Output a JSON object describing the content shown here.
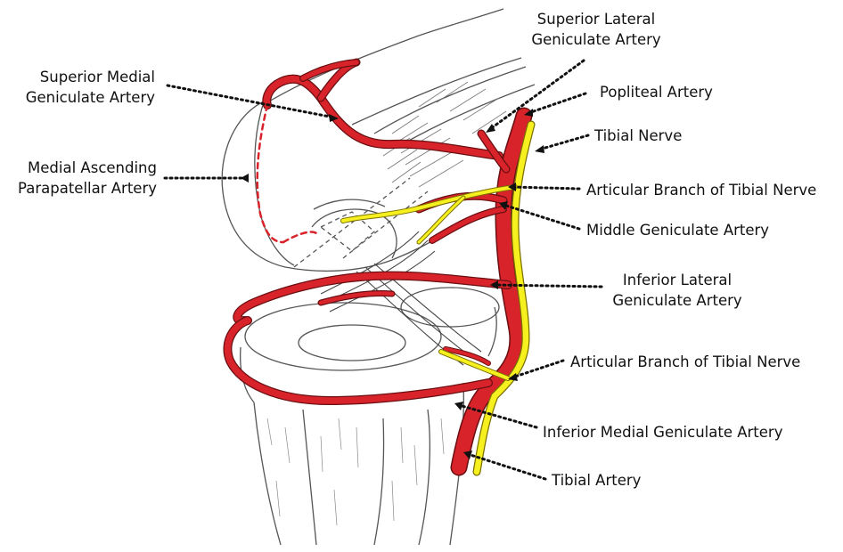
{
  "labels": {
    "superior_lateral_geniculate_artery": [
      "Superior Lateral",
      "Geniculate Artery"
    ],
    "superior_medial_geniculate_artery": [
      "Superior Medial",
      "Geniculate Artery"
    ],
    "popliteal_artery": "Popliteal Artery",
    "tibial_nerve": "Tibial Nerve",
    "medial_ascending_parapatellar_artery": [
      "Medial Ascending",
      "Parapatellar Artery"
    ],
    "articular_branch_tibial_nerve_upper": "Articular Branch of Tibial Nerve",
    "middle_geniculate_artery": "Middle Geniculate Artery",
    "inferior_lateral_geniculate_artery": [
      "Inferior Lateral",
      "Geniculate Artery"
    ],
    "articular_branch_tibial_nerve_lower": "Articular Branch of Tibial Nerve",
    "inferior_medial_geniculate_artery": "Inferior Medial Geniculate Artery",
    "tibial_artery": "Tibial Artery"
  },
  "colors": {
    "artery": "#d8232a",
    "artery_outline": "#6a0f12",
    "nerve": "#f7f01f",
    "nerve_outline": "#7a6f00",
    "sketch": "#555555",
    "leader": "#111111"
  }
}
